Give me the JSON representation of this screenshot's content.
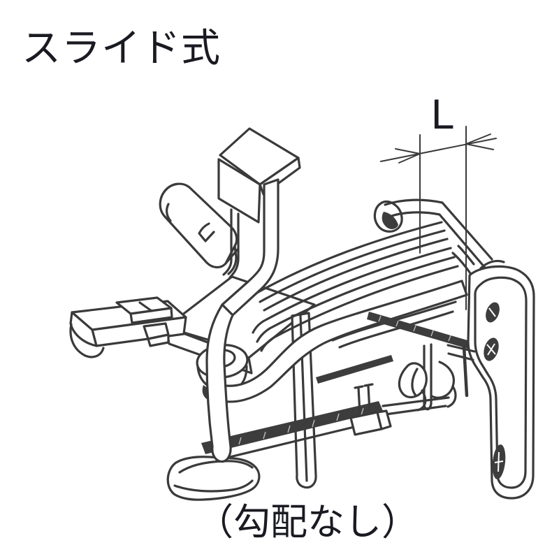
{
  "page": {
    "background": "#ffffff"
  },
  "title": {
    "text": "スライド式"
  },
  "caption": {
    "text": "（勾配なし）"
  },
  "dimension": {
    "label": "L"
  },
  "colors": {
    "line": "#3a3a3a",
    "dark_fill": "#3d3d3d",
    "text": "#1a1a22"
  }
}
